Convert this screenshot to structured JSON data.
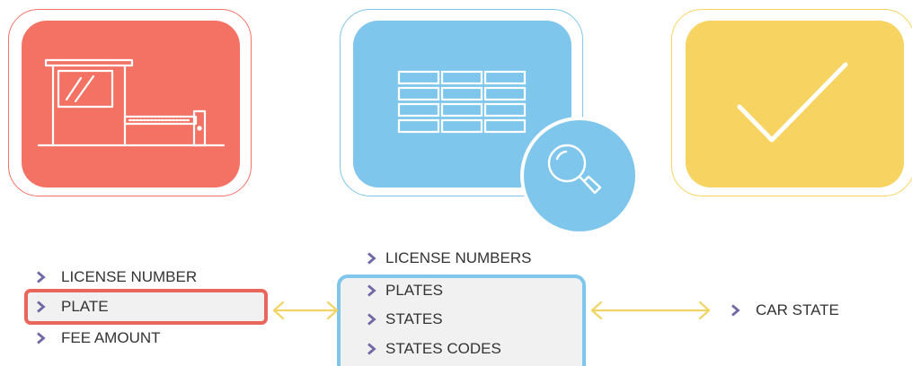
{
  "colors": {
    "red": "#f37264",
    "blue": "#7fc6ec",
    "yellow": "#f7d461",
    "chevron": "#6f6aa5",
    "arrow": "#f2d466",
    "text": "#333333",
    "box_fill": "#f1f1f1"
  },
  "cards": [
    {
      "name": "toll-booth",
      "icon": "toll-gate-icon",
      "color": "#f37264"
    },
    {
      "name": "database-lookup",
      "icon": "table-search-icon",
      "color": "#7fc6ec"
    },
    {
      "name": "result",
      "icon": "checkmark-icon",
      "color": "#f7d461"
    }
  ],
  "left_list": {
    "items": [
      "LICENSE NUMBER",
      "PLATE",
      "FEE AMOUNT"
    ],
    "highlighted": "PLATE"
  },
  "middle_list": {
    "items": [
      "LICENSE NUMBERS",
      "PLATES",
      "STATES",
      "STATES CODES"
    ],
    "boxed": [
      "PLATES",
      "STATES",
      "STATES CODES"
    ]
  },
  "right_list": {
    "items": [
      "CAR STATE"
    ]
  },
  "arrows": [
    {
      "from": "PLATE",
      "to": "middle-box",
      "style": "double-headed"
    },
    {
      "from": "middle-box",
      "to": "CAR STATE",
      "style": "double-headed"
    }
  ]
}
